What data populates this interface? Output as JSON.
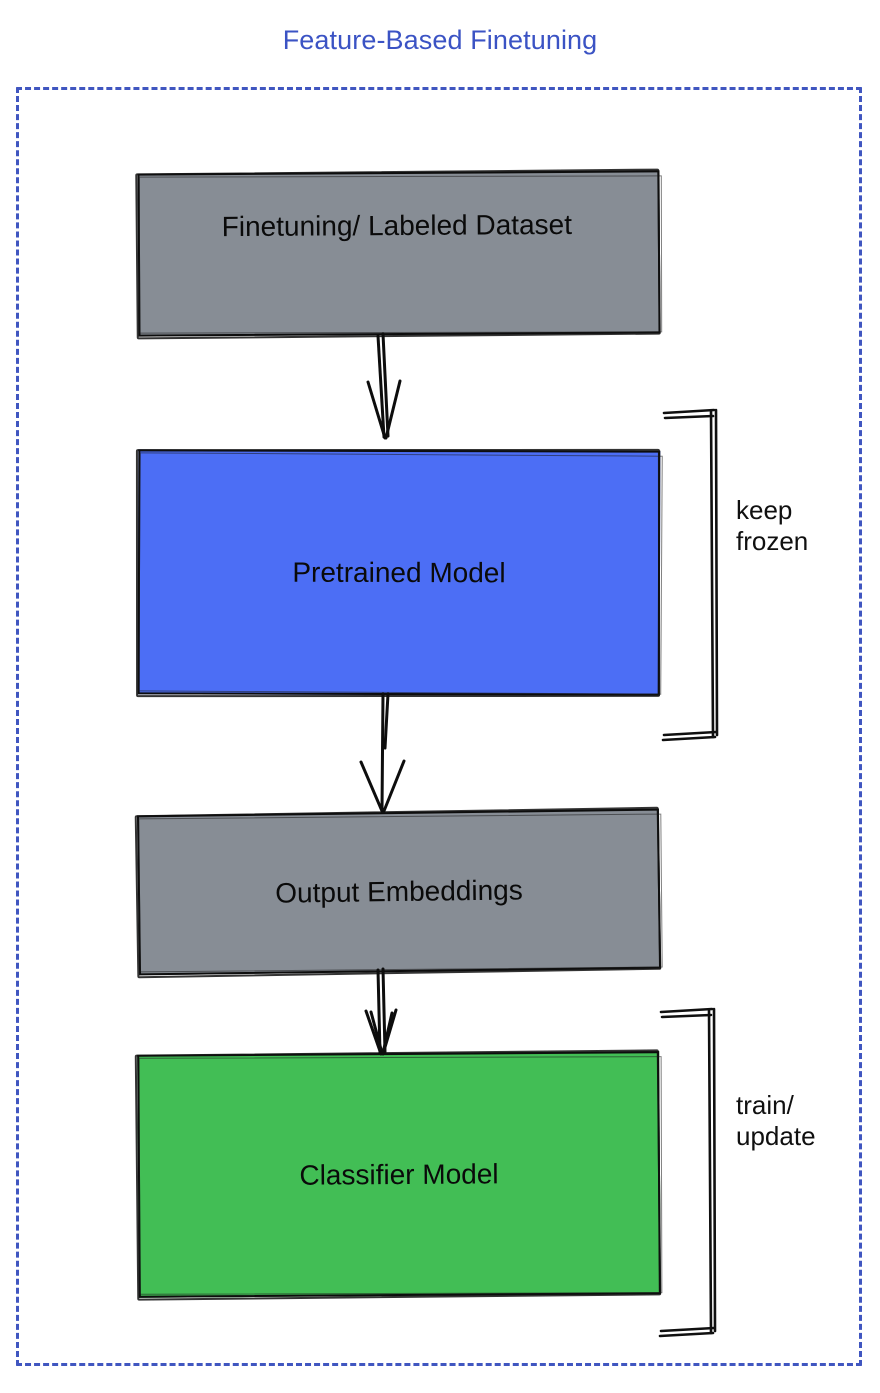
{
  "title": "Feature-Based Finetuning",
  "colors": {
    "title": "#3b53c4",
    "frame_dashed": "#4056c0",
    "gray_node": "#878d95",
    "blue_node": "#4c6ef5",
    "green_node": "#42be55",
    "stroke": "#0d0d0d",
    "text": "#0a0a0a",
    "background": "#ffffff"
  },
  "nodes": [
    {
      "id": "dataset",
      "label": "Finetuning/ Labeled Dataset",
      "fill": "gray"
    },
    {
      "id": "pretrained",
      "label": "Pretrained Model",
      "fill": "blue"
    },
    {
      "id": "embeddings",
      "label": "Output Embeddings",
      "fill": "gray"
    },
    {
      "id": "classifier",
      "label": "Classifier Model",
      "fill": "green"
    }
  ],
  "edges": [
    {
      "id": "edge-1",
      "from": "dataset",
      "to": "pretrained",
      "label": ""
    },
    {
      "id": "edge-2",
      "from": "pretrained",
      "to": "embeddings",
      "label": ""
    },
    {
      "id": "edge-3",
      "from": "embeddings",
      "to": "classifier",
      "label": ""
    }
  ],
  "annotations": [
    {
      "id": "keep-frozen",
      "target": "pretrained",
      "label": "keep\nfrozen"
    },
    {
      "id": "train-update",
      "target": "classifier",
      "label": "train/\nupdate"
    }
  ],
  "chart_data": {
    "type": "diagram",
    "title": "Feature-Based Finetuning",
    "flow": [
      "Finetuning/ Labeled Dataset",
      "Pretrained Model",
      "Output Embeddings",
      "Classifier Model"
    ],
    "bracket_labels": [
      "keep frozen",
      "train/update"
    ]
  }
}
